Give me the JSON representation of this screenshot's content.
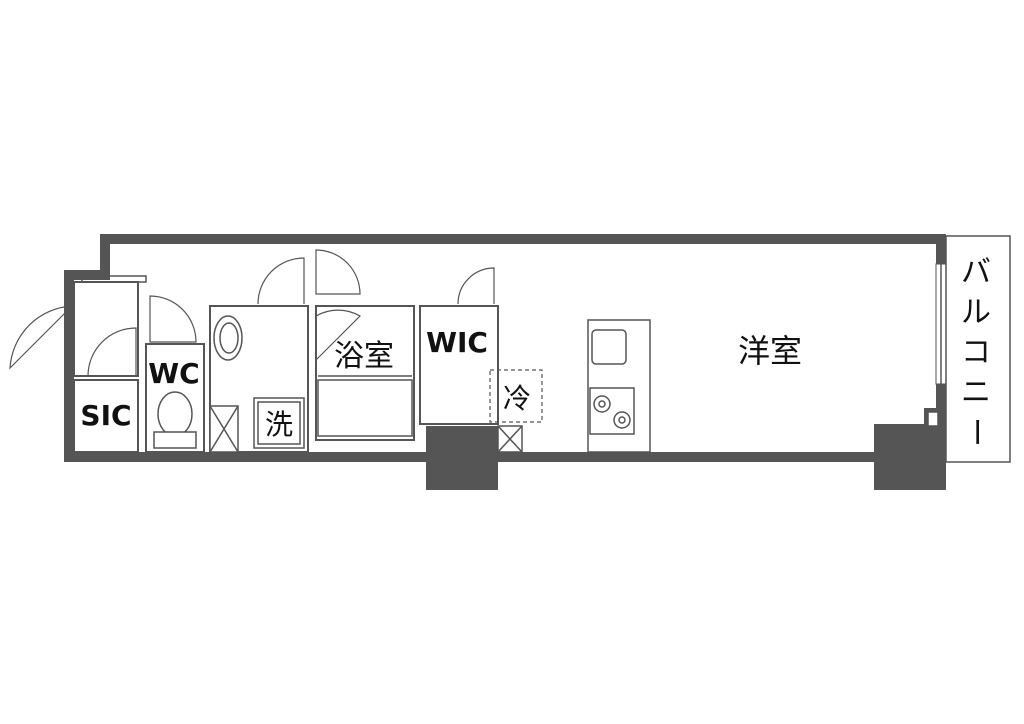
{
  "rooms": {
    "sic": "SIC",
    "wc": "WC",
    "wash": "洗",
    "bath": "浴室",
    "wic": "WIC",
    "fridge": "冷",
    "western": "洋室",
    "balcony": [
      "バ",
      "ル",
      "コ",
      "ニ",
      "ー"
    ]
  },
  "colors": {
    "wall": "#555555",
    "background": "#ffffff",
    "text": "#111111"
  }
}
